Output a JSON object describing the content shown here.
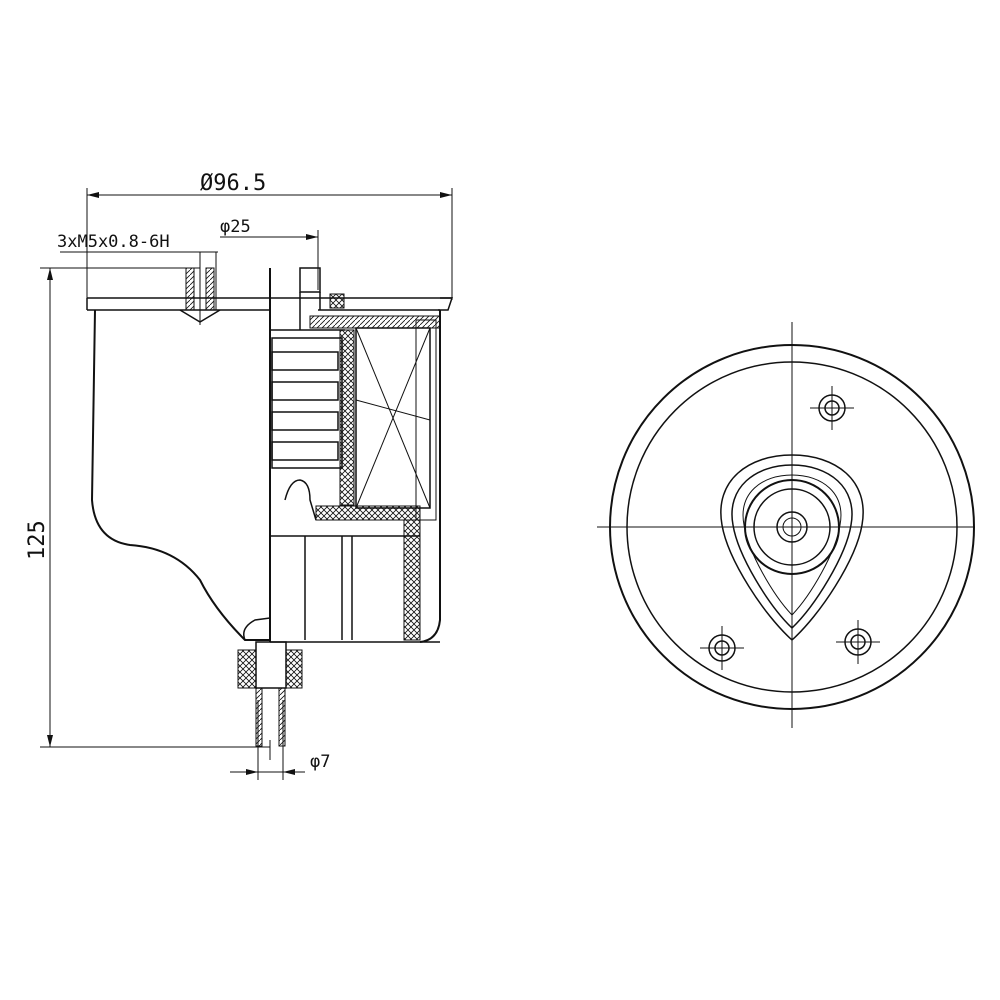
{
  "dimensions": {
    "outer_diameter": "Ø96.5",
    "thread_spec": "3xM5x0.8-6H",
    "port_diameter": "φ25",
    "height": "125",
    "outlet_diameter": "φ7"
  },
  "colors": {
    "line": "#111111",
    "background": "#ffffff"
  }
}
